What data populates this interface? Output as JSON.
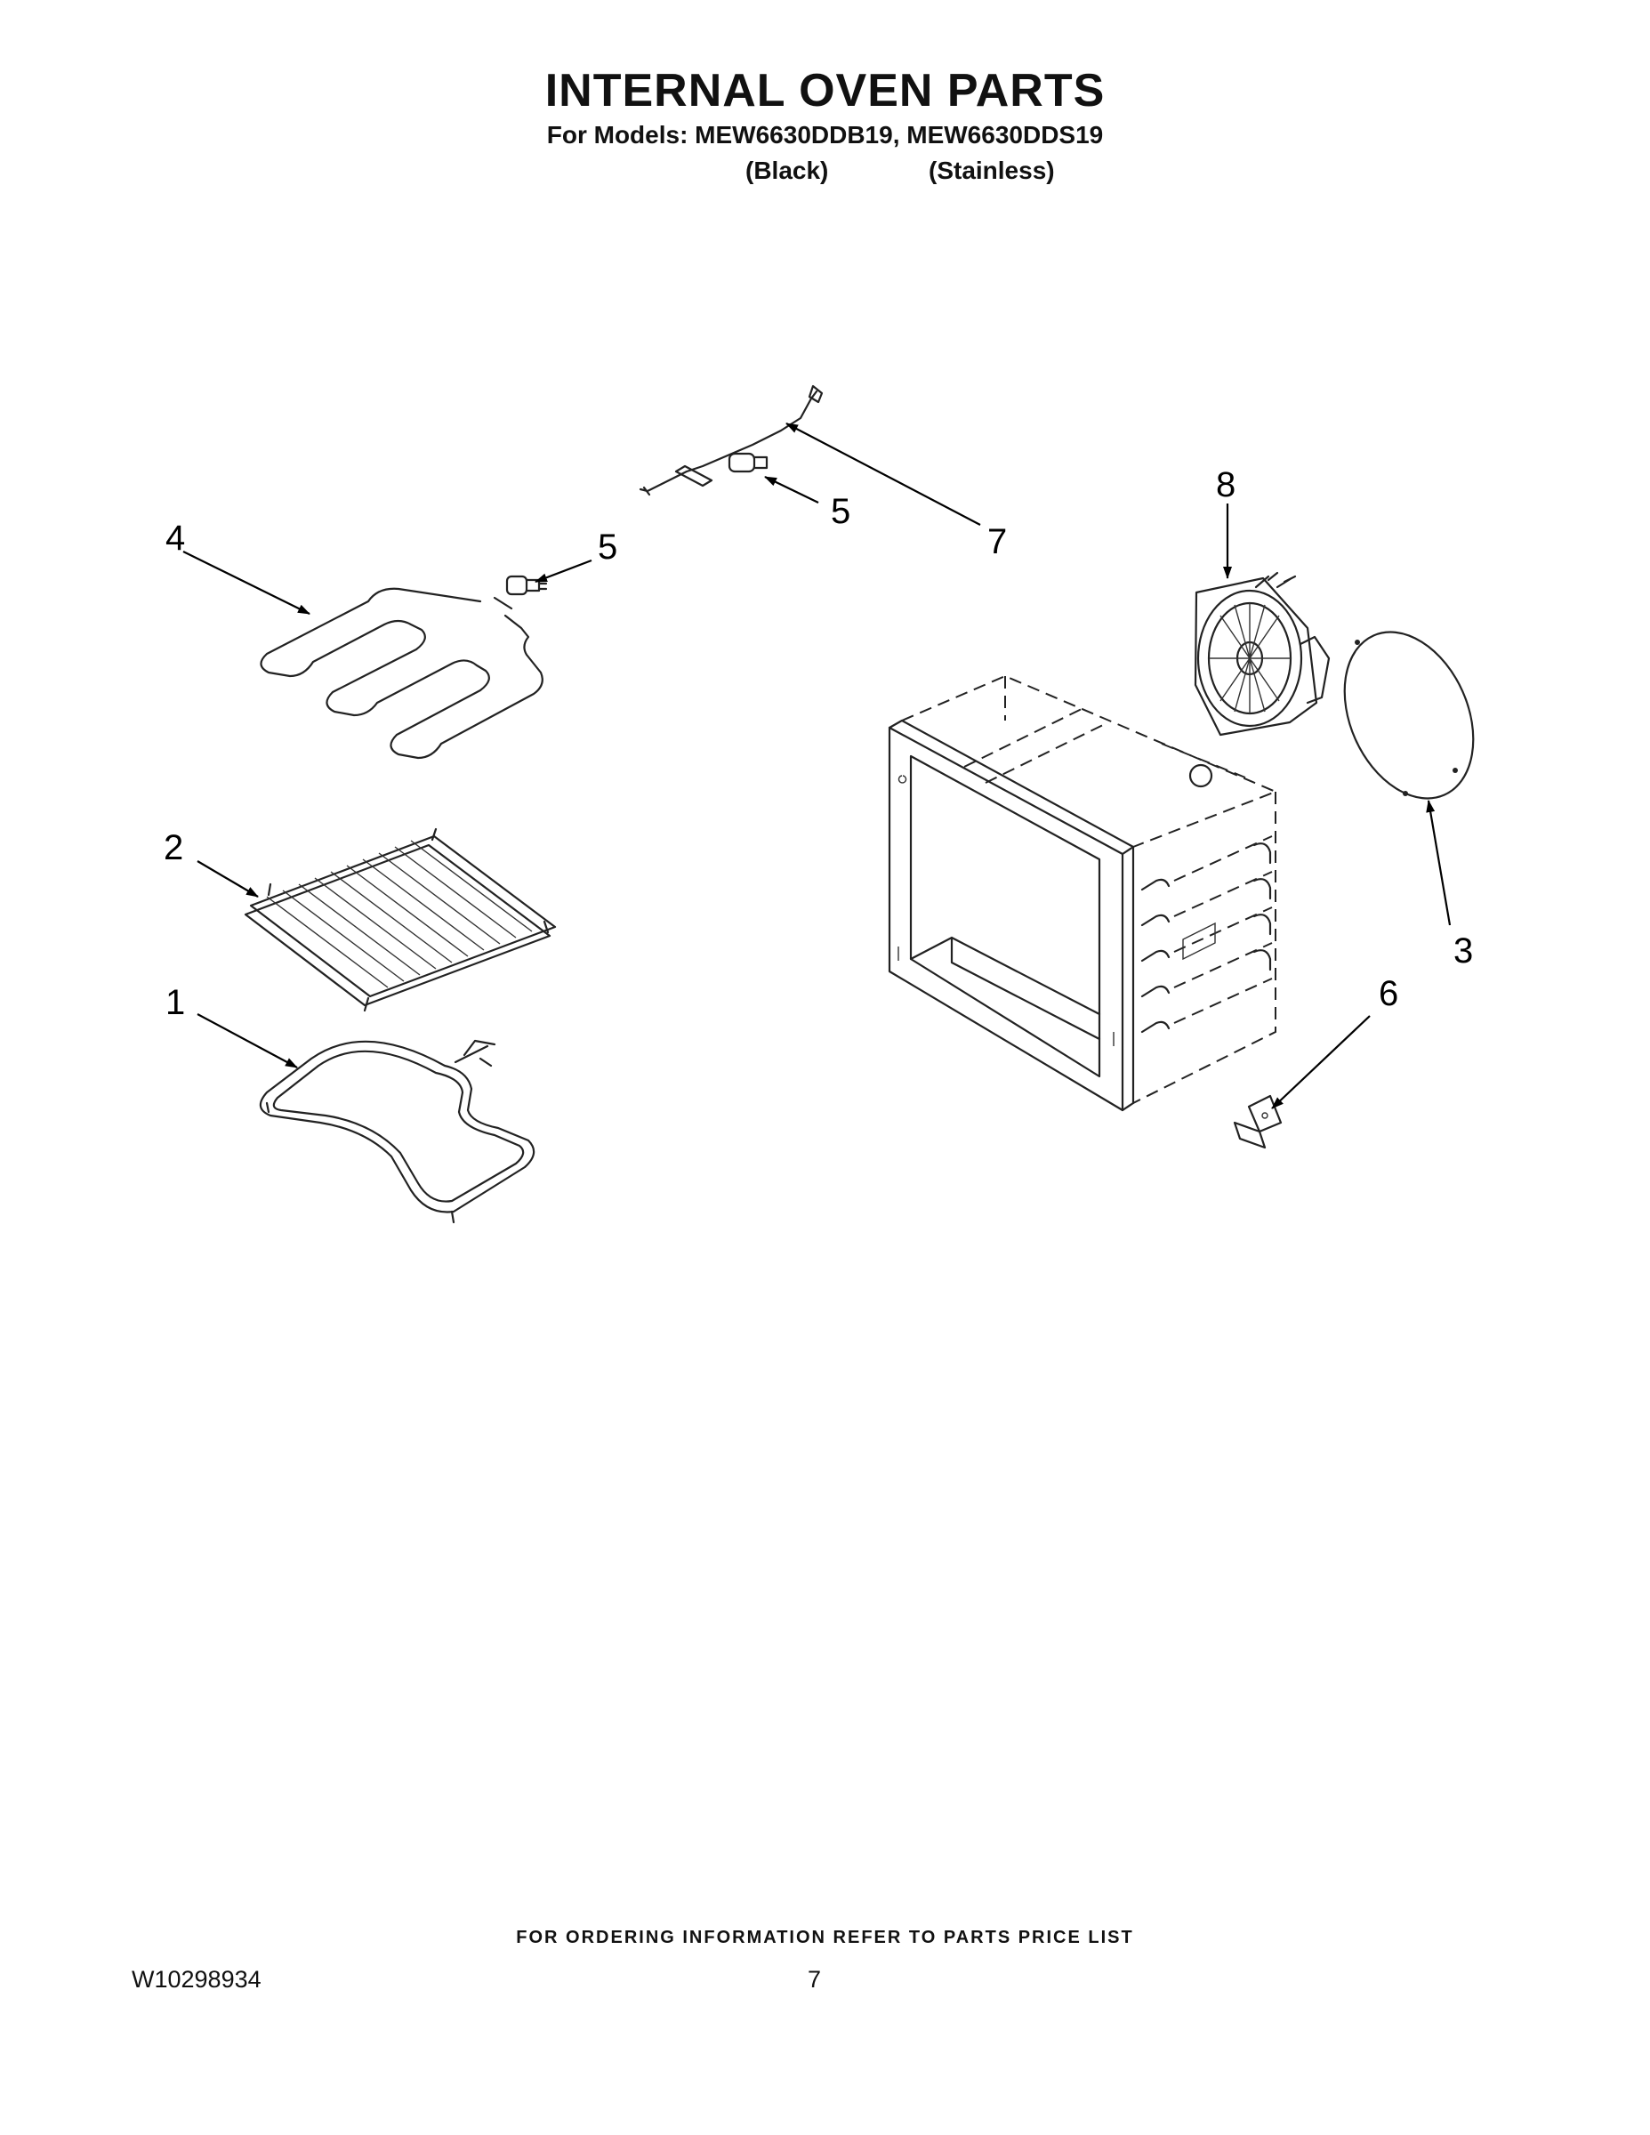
{
  "header": {
    "title": "INTERNAL OVEN PARTS",
    "subtitle": "For Models: MEW6630DDB19, MEW6630DDS19",
    "variant_black": "(Black)",
    "variant_stainless": "(Stainless)"
  },
  "callouts": {
    "c1": "1",
    "c2": "2",
    "c3": "3",
    "c4": "4",
    "c5a": "5",
    "c5b": "5",
    "c6": "6",
    "c7": "7",
    "c8": "8"
  },
  "footer": {
    "ordering_note": "FOR ORDERING INFORMATION REFER TO PARTS PRICE LIST",
    "document_number": "W10298934",
    "page_number": "7"
  }
}
